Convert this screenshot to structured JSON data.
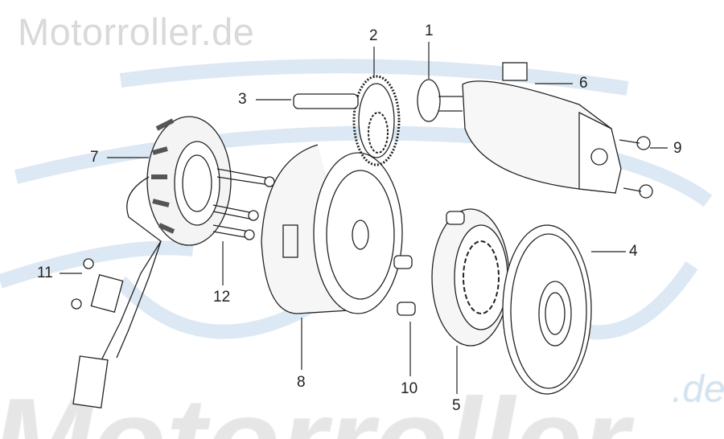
{
  "watermark": {
    "top": "Motorroller.de",
    "bottom": "Motorroller",
    "suffix": ".de"
  },
  "colors": {
    "swoosh": "#dce9f4",
    "watermark": "#d9d9d9",
    "line": "#222222"
  },
  "callouts": [
    "1",
    "2",
    "3",
    "4",
    "5",
    "6",
    "7",
    "8",
    "9",
    "10",
    "11",
    "12"
  ]
}
